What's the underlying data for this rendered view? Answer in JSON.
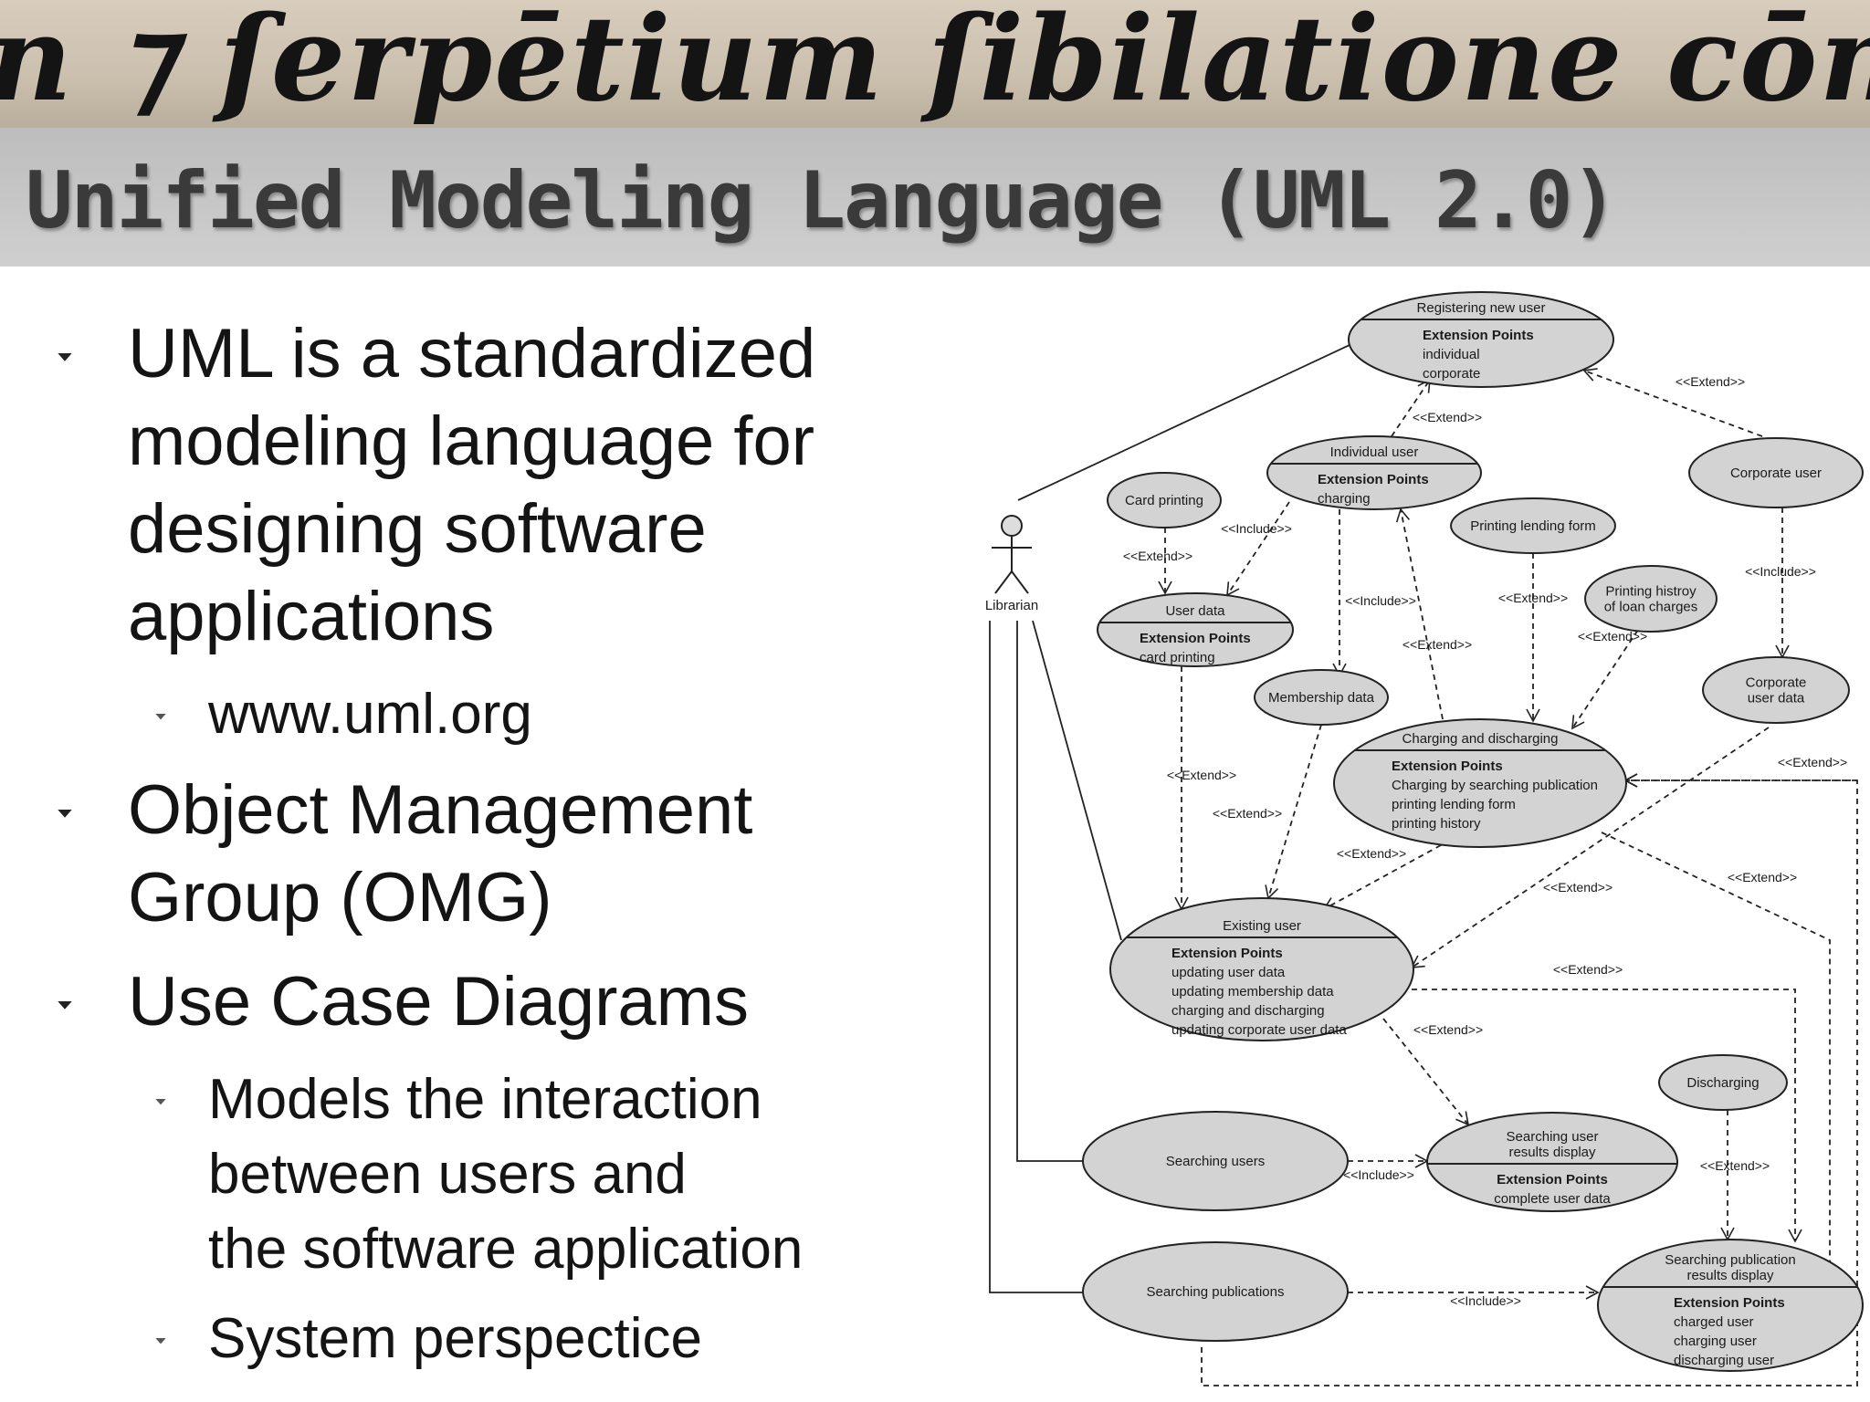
{
  "banner": {
    "text": "n ⁊ ſerpētium ſibilatione cōmon·"
  },
  "title": "Unified Modeling Language (UML 2.0)",
  "bullets": [
    {
      "text": "UML is a standardized modeling language for designing software applications",
      "lines": [
        "UML is a standardized",
        "modeling language for",
        "designing software",
        "applications"
      ],
      "children": [
        {
          "text": "www.uml.org",
          "lines": [
            "www.uml.org"
          ]
        }
      ]
    },
    {
      "text": "Object Management Group (OMG)",
      "lines": [
        "Object Management",
        "Group (OMG)"
      ],
      "children": []
    },
    {
      "text": "Use Case Diagrams",
      "lines": [
        "Use Case Diagrams"
      ],
      "children": [
        {
          "text": "Models the interaction between users and the software application",
          "lines": [
            "Models the interaction",
            "between users and",
            "the software application"
          ]
        },
        {
          "text": "System perspectice",
          "lines": [
            "System perspectice"
          ]
        }
      ]
    }
  ],
  "diagram": {
    "actor": "Librarian",
    "ep_header": "Extension Points",
    "usecases": {
      "registering": {
        "title": [
          "Registering new user"
        ],
        "points": [
          "individual",
          "corporate"
        ]
      },
      "individual": {
        "title": [
          "Individual user"
        ],
        "points": [
          "charging"
        ]
      },
      "corporate": {
        "title": [
          "Corporate user"
        ],
        "points": []
      },
      "card_printing": {
        "title": [
          "Card printing"
        ],
        "points": []
      },
      "printing_lending": {
        "title": [
          "Printing lending form"
        ],
        "points": []
      },
      "printing_history": {
        "title": [
          "Printing histroy",
          "of loan charges"
        ],
        "points": []
      },
      "user_data": {
        "title": [
          "User data"
        ],
        "points": [
          "card printing"
        ]
      },
      "membership": {
        "title": [
          "Membership data"
        ],
        "points": []
      },
      "corporate_data": {
        "title": [
          "Corporate",
          "user data"
        ],
        "points": []
      },
      "charging": {
        "title": [
          "Charging and discharging"
        ],
        "points": [
          "Charging by searching publication",
          "printing lending form",
          "printing history"
        ]
      },
      "existing": {
        "title": [
          "Existing user"
        ],
        "points": [
          "updating user data",
          "updating membership data",
          "charging and discharging",
          "updating corporate user data"
        ]
      },
      "discharging": {
        "title": [
          "Discharging"
        ],
        "points": []
      },
      "searching_users": {
        "title": [
          "Searching users"
        ],
        "points": []
      },
      "search_user_results": {
        "title": [
          "Searching user",
          "results display"
        ],
        "points": [
          "complete user data"
        ]
      },
      "searching_pubs": {
        "title": [
          "Searching publications"
        ],
        "points": []
      },
      "search_pub_results": {
        "title": [
          "Searching publication",
          "results display"
        ],
        "points": [
          "charged user",
          "charging user",
          "discharging user"
        ]
      }
    },
    "stereotypes": {
      "extend": "<<Extend>>",
      "include": "<<Include>>"
    }
  }
}
